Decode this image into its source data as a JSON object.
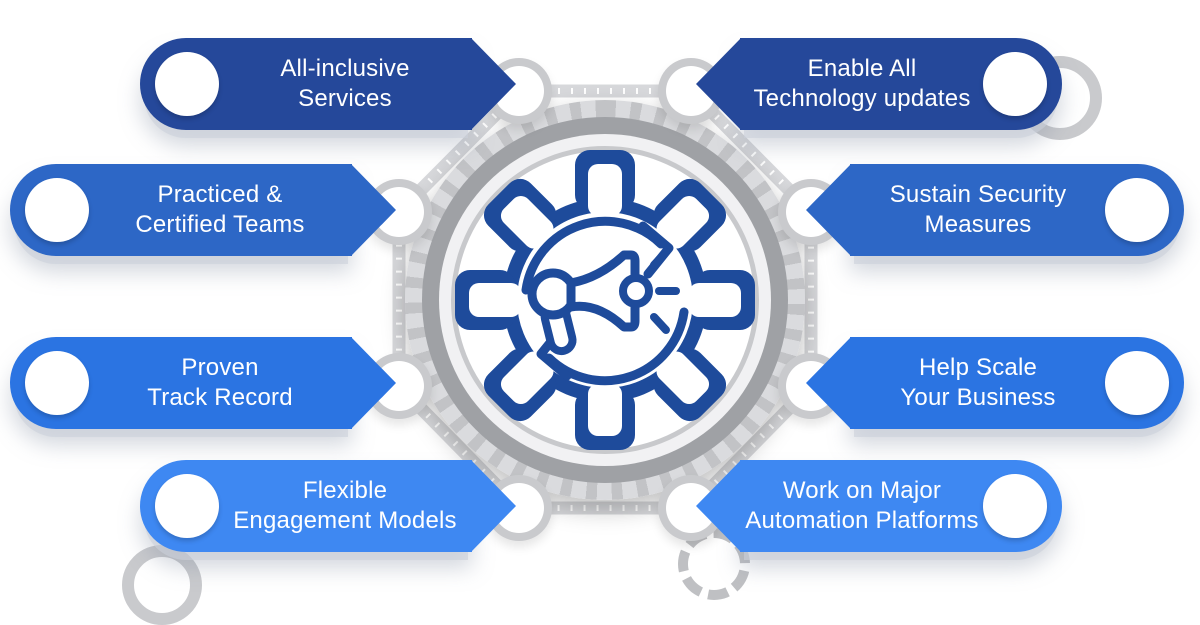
{
  "diagram": {
    "type": "hub-and-spoke infographic",
    "center": {
      "icon": "gear-megaphone-cycle",
      "description": "Gear outline containing a megaphone with sound rays and circular cycle arrows"
    },
    "colors": {
      "row_top": "#25489A",
      "row_mid_upper": "#2D67C6",
      "row_mid_lower": "#2B74E2",
      "row_bottom": "#3E88F2",
      "icon_blue": "#1E4B9B",
      "medallion_gray": "#9fa1a5",
      "belt_gray": "#d7d8db",
      "text_white": "#ffffff"
    },
    "banners": {
      "top_left": {
        "line1": "All-inclusive",
        "line2": "Services",
        "color": "#25489A"
      },
      "top_right": {
        "line1": "Enable All",
        "line2": "Technology updates",
        "color": "#25489A"
      },
      "mid_left_upper": {
        "line1": "Practiced &",
        "line2": "Certified Teams",
        "color": "#2D67C6"
      },
      "mid_right_upper": {
        "line1": "Sustain Security",
        "line2": "Measures",
        "color": "#2D67C6"
      },
      "mid_left_lower": {
        "line1": "Proven",
        "line2": "Track Record",
        "color": "#2B74E2"
      },
      "mid_right_lower": {
        "line1": "Help Scale",
        "line2": "Your Business",
        "color": "#2B74E2"
      },
      "bottom_left": {
        "line1": "Flexible",
        "line2": "Engagement Models",
        "color": "#3E88F2"
      },
      "bottom_right": {
        "line1": "Work on Major",
        "line2": "Automation Platforms",
        "color": "#3E88F2"
      }
    }
  }
}
